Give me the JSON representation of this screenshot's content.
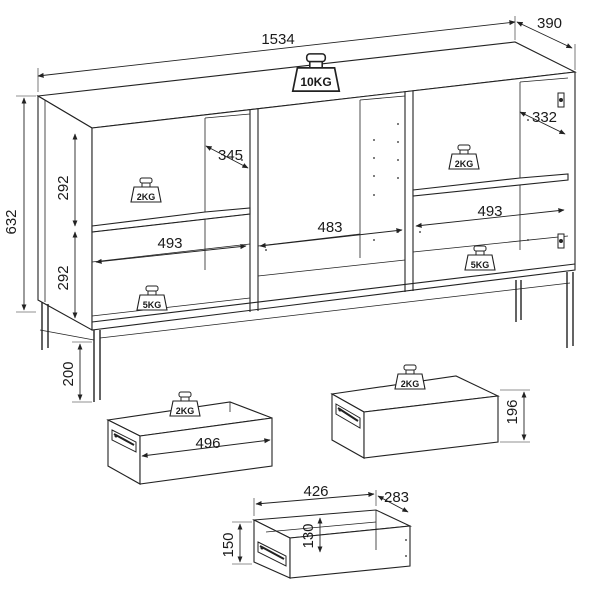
{
  "dimensions": {
    "width": "1534",
    "depth": "390",
    "height": "632",
    "shelf_height_upper": "292",
    "shelf_height_lower": "292",
    "leg_height": "200",
    "side_shelf_depth": "345",
    "right_shelf_depth": "332",
    "left_shelf_width": "493",
    "middle_width": "483",
    "right_shelf_width": "493",
    "drawer_1_width": "496",
    "drawer_2_height": "196",
    "drawer_3_width": "426",
    "drawer_3_depth": "283",
    "drawer_3_height": "150",
    "drawer_3_inner_height": "130"
  },
  "weights": {
    "top": "10KG",
    "left_upper": "2KG",
    "left_lower": "5KG",
    "right_upper": "2KG",
    "right_lower": "5KG",
    "drawer_1": "2KG",
    "drawer_2": "2KG"
  }
}
